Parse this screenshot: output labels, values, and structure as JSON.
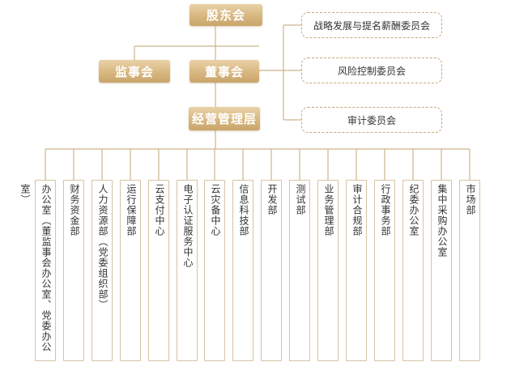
{
  "top": {
    "shareholders": "股东会",
    "board": "董事会",
    "supervisors": "监事会",
    "management": "经营管理层"
  },
  "committees": [
    "战略发展与提名薪酬委员会",
    "风险控制委员会",
    "审计委员会"
  ],
  "departments": [
    "办公室︵董监事会办公室、党委办公室︶",
    "财务资金部",
    "人力资源部︵党委组织部︶",
    "运行保障部",
    "云支付中心",
    "电子认证服务中心",
    "云灾备中心",
    "信息科技部",
    "开发部",
    "测试部",
    "业务管理部",
    "审计合规部",
    "行政事务部",
    "纪委办公室",
    "集中采购办公室",
    "市场部"
  ],
  "colors": {
    "gold": "#d8b780",
    "line": "#cdb38a",
    "dashed_border": "#c9a878"
  }
}
